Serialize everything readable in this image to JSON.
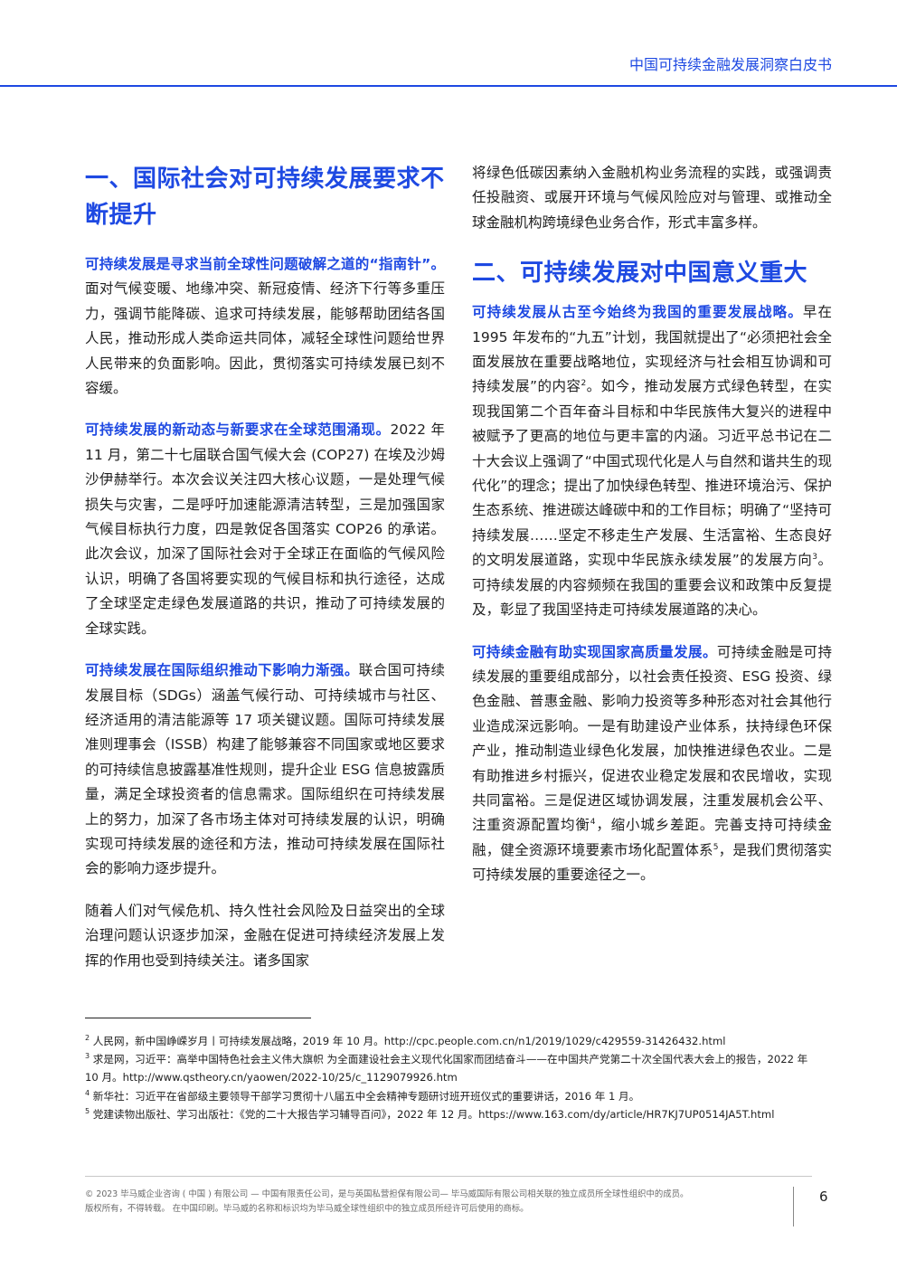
{
  "header": {
    "title": "中国可持续金融发展洞察白皮书"
  },
  "section1": {
    "title": "一、国际社会对可持续发展要求不断提升",
    "paragraphs": [
      {
        "lead": "可持续发展是寻求当前全球性问题破解之道的“指南针”。",
        "text": "面对气候变暖、地缘冲突、新冠疫情、经济下行等多重压力，强调节能降碳、追求可持续发展，能够帮助团结各国人民，推动形成人类命运共同体，减轻全球性问题给世界人民带来的负面影响。因此，贯彻落实可持续发展已刻不容缓。"
      },
      {
        "lead": "可持续发展的新动态与新要求在全球范围涌现。",
        "text": "2022 年 11 月，第二十七届联合国气候大会 (COP27) 在埃及沙姆沙伊赫举行。本次会议关注四大核心议题，一是处理气候损失与灾害，二是呼吁加速能源清洁转型，三是加强国家气候目标执行力度，四是敦促各国落实 COP26 的承诺。此次会议，加深了国际社会对于全球正在面临的气候风险认识，明确了各国将要实现的气候目标和执行途径，达成了全球坚定走绿色发展道路的共识，推动了可持续发展的全球实践。"
      },
      {
        "lead": "可持续发展在国际组织推动下影响力渐强。",
        "text": "联合国可持续发展目标（SDGs）涵盖气候行动、可持续城市与社区、经济适用的清洁能源等 17 项关键议题。国际可持续发展准则理事会（ISSB）构建了能够兼容不同国家或地区要求的可持续信息披露基准性规则，提升企业 ESG 信息披露质量，满足全球投资者的信息需求。国际组织在可持续发展上的努力，加深了各市场主体对可持续发展的认识，明确实现可持续发展的途径和方法，推动可持续发展在国际社会的影响力逐步提升。"
      },
      {
        "lead": "",
        "text": "随着人们对气候危机、持久性社会风险及日益突出的全球治理问题认识逐步加深，金融在促进可持续经济发展上发挥的作用也受到持续关注。诸多国家"
      }
    ]
  },
  "right": {
    "continuation": "将绿色低碳因素纳入金融机构业务流程的实践，或强调责任投融资、或展开环境与气候风险应对与管理、或推动全球金融机构跨境绿色业务合作，形式丰富多样。",
    "section2_title": "二、可持续发展对中国意义重大",
    "p1_lead": "可持续发展从古至今始终为我国的重要发展战略。",
    "p1_a": "早在 1995 年发布的“九五”计划，我国就提出了“必须把社会全面发展放在重要战略地位，实现经济与社会相互协调和可持续发展”的内容",
    "p1_sup1": "2",
    "p1_b": "。如今，推动发展方式绿色转型，在实现我国第二个百年奋斗目标和中华民族伟大复兴的进程中被赋予了更高的地位与更丰富的内涵。习近平总书记在二十大会议上强调了“中国式现代化是人与自然和谐共生的现代化”的理念；提出了加快绿色转型、推进环境治污、保护生态系统、推进碳达峰碳中和的工作目标；明确了“坚持可持续发展……坚定不移走生产发展、生活富裕、生态良好的文明发展道路，实现中华民族永续发展”的发展方向",
    "p1_sup2": "3",
    "p1_c": "。可持续发展的内容频频在我国的重要会议和政策中反复提及，彰显了我国坚持走可持续发展道路的决心。",
    "p2_lead": "可持续金融有助实现国家高质量发展。",
    "p2_a": "可持续金融是可持续发展的重要组成部分，以社会责任投资、ESG 投资、绿色金融、普惠金融、影响力投资等多种形态对社会其他行业造成深远影响。一是有助建设产业体系，扶持绿色环保产业，推动制造业绿色化发展，加快推进绿色农业。二是有助推进乡村振兴，促进农业稳定发展和农民增收，实现共同富裕。三是促进区域协调发展，注重发展机会公平、注重资源配置均衡",
    "p2_sup1": "4",
    "p2_b": "，缩小城乡差距。完善支持可持续金融，健全资源环境要素市场化配置体系",
    "p2_sup2": "5",
    "p2_c": "，是我们贯彻落实可持续发展的重要途径之一。"
  },
  "footnotes": [
    {
      "num": "2",
      "text": "人民网，新中国峥嵘岁月丨可持续发展战略，2019 年 10 月。http://cpc.people.com.cn/n1/2019/1029/c429559-31426432.html"
    },
    {
      "num": "3",
      "text": "求是网，习近平：高举中国特色社会主义伟大旗帜 为全面建设社会主义现代化国家而团结奋斗——在中国共产党第二十次全国代表大会上的报告，2022 年 10 月。http://www.qstheory.cn/yaowen/2022-10/25/c_1129079926.htm"
    },
    {
      "num": "4",
      "text": "新华社：习近平在省部级主要领导干部学习贯彻十八届五中全会精神专题研讨班开班仪式的重要讲话，2016 年 1 月。"
    },
    {
      "num": "5",
      "text": "党建读物出版社、学习出版社：《党的二十大报告学习辅导百问》，2022 年 12 月。https://www.163.com/dy/article/HR7KJ7UP0514JA5T.html"
    }
  ],
  "legal": {
    "line1": "© 2023 毕马威企业咨询 ( 中国 ) 有限公司 — 中国有限责任公司，是与英国私营担保有限公司— 毕马威国际有限公司相关联的独立成员所全球性组织中的成员。",
    "line2": "版权所有，不得转载。 在中国印刷。毕马威的名称和标识均为毕马威全球性组织中的独立成员所经许可后使用的商标。"
  },
  "page_number": "6",
  "colors": {
    "accent": "#1e49e2",
    "text": "#1f1f1f",
    "muted": "#6a6a6a"
  }
}
